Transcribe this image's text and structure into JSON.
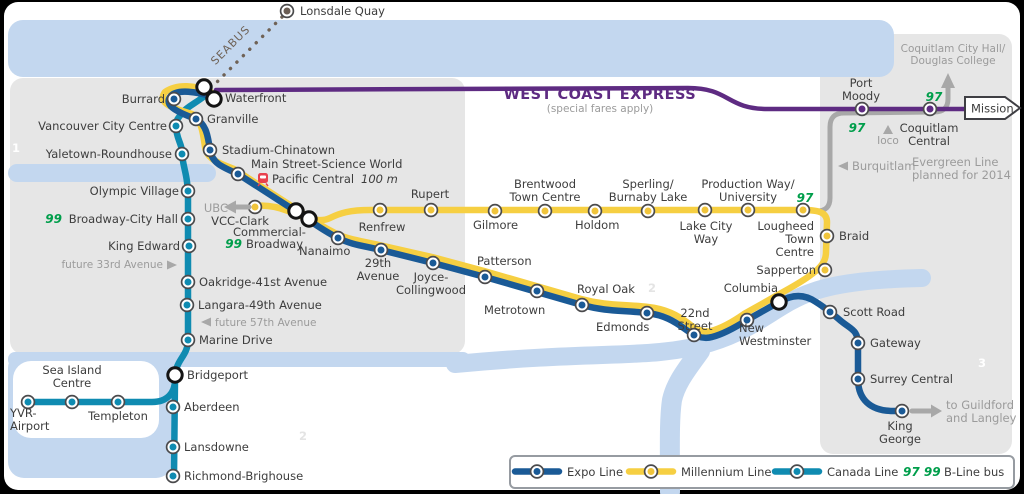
{
  "colors": {
    "expo_line": "#1a5a96",
    "millennium_line": "#f6cf42",
    "canada_line": "#0f8bb1",
    "west_coast_express": "#5e2b82",
    "bline_green": "#009e4b",
    "water": "#c3d7ef",
    "zone_background": "#e6e6e6",
    "seabus_brown": "#6b5e55",
    "bus_route_gray": "#a8a8a8",
    "pacific_central_red": "#e8414d"
  },
  "zones": {
    "z1": "1",
    "z2_middle": "2",
    "z2_southwest": "2",
    "z3": "3"
  },
  "stations": {
    "lonsdale_quay": "Lonsdale Quay",
    "waterfront": "Waterfront",
    "burrard": "Burrard",
    "granville": "Granville",
    "vancouver_city_centre": "Vancouver City Centre",
    "stadium_chinatown": "Stadium-Chinatown",
    "yaletown_roundhouse": "Yaletown-Roundhouse",
    "main_street_science_world": "Main Street-Science World",
    "olympic_village": "Olympic Village",
    "broadway_city_hall": "Broadway-City Hall",
    "king_edward": "King Edward",
    "oakridge_41st": "Oakridge-41st Avenue",
    "langara_49th": "Langara-49th Avenue",
    "marine_drive": "Marine Drive",
    "bridgeport": "Bridgeport",
    "aberdeen": "Aberdeen",
    "lansdowne": "Lansdowne",
    "richmond_brighouse": "Richmond-Brighouse",
    "yvr_airport": "YVR-\nAirport",
    "sea_island_centre": "Sea Island\nCentre",
    "templeton": "Templeton",
    "vcc_clark": "VCC-Clark",
    "commercial_line1": "Commercial-",
    "commercial_line2": "Broadway",
    "nanaimo": "Nanaimo",
    "twenty_ninth_avenue": "29th\nAvenue",
    "joyce_collingwood": "Joyce-\nCollingwood",
    "renfrew": "Renfrew",
    "rupert": "Rupert",
    "gilmore": "Gilmore",
    "brentwood_town_centre": "Brentwood\nTown Centre",
    "holdom": "Holdom",
    "sperling_burnaby_lake": "Sperling/\nBurnaby Lake",
    "lake_city_way": "Lake City\nWay",
    "production_way_university": "Production Way/\nUniversity",
    "lougheed_town_centre": "Lougheed\nTown\nCentre",
    "braid": "Braid",
    "sapperton": "Sapperton",
    "columbia": "Columbia",
    "patterson": "Patterson",
    "metrotown": "Metrotown",
    "royal_oak": "Royal Oak",
    "edmonds": "Edmonds",
    "twenty_second_street": "22nd\nStreet",
    "new_westminster": "New\nWestminster",
    "scott_road": "Scott Road",
    "gateway": "Gateway",
    "surrey_central": "Surrey Central",
    "king_george": "King\nGeorge",
    "port_moody": "Port\nMoody",
    "coquitlam_central": "Coquitlam\nCentral"
  },
  "notes": {
    "seabus": "SEABUS",
    "wce_title": "WEST COAST EXPRESS",
    "wce_subtitle": "(special fares apply)",
    "mission": "Mission",
    "ioco": "Ioco",
    "burquitlam": "Burquitlam",
    "coquitlam_city_hall": "Coquitlam City Hall/\nDouglas College",
    "evergreen": "Evergreen Line\nplanned for 2014",
    "ubc": "UBC",
    "to_guildford": "to Guildford\nand Langley",
    "future_33rd": "future 33rd Avenue",
    "future_57th": "future 57th Avenue",
    "pacific_central": "Pacific Central",
    "pacific_central_distance": "100 m",
    "b97": "97",
    "b99": "99"
  },
  "legend": {
    "expo": "Expo Line",
    "millennium": "Millennium Line",
    "canada": "Canada Line",
    "bline_numbers": "97 99",
    "bline": "B-Line bus"
  }
}
